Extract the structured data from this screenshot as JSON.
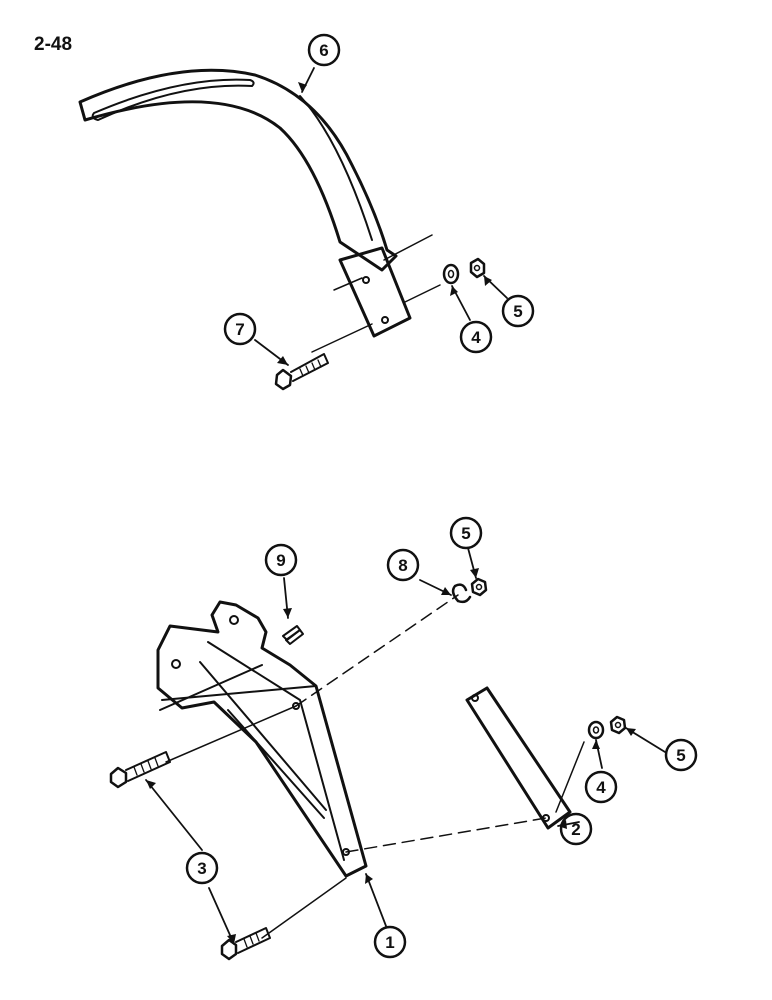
{
  "page_ref": "2-48",
  "callouts": {
    "c1": "1",
    "c2": "2",
    "c3": "3",
    "c4a": "4",
    "c4b": "4",
    "c5a": "5",
    "c5b": "5",
    "c5c": "5",
    "c6": "6",
    "c7": "7",
    "c8": "8",
    "c9": "9"
  },
  "colors": {
    "ink": "#111111",
    "paper": "#ffffff"
  }
}
